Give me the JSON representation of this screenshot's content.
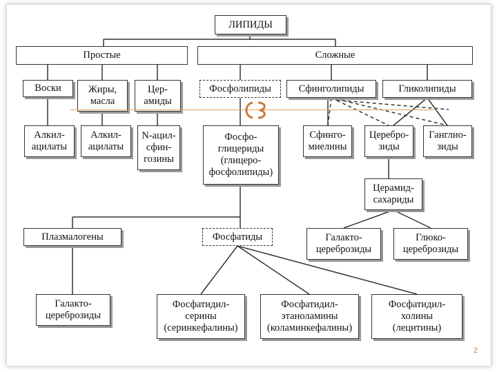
{
  "diagram": {
    "root": "ЛИПИДЫ",
    "simple": "Простые",
    "complex": "Сложные",
    "waxes": "Воски",
    "fats": "Жиры,\nмасла",
    "ceramides": "Цер-\nамиды",
    "phospholipids": "Фосфолипиды",
    "sphingolipids": "Сфинголипиды",
    "glycolipids": "Гликолипиды",
    "alkyl_acylates_1": "Алкил-\nацилаты",
    "alkyl_acylates_2": "Алкил-\nацилаты",
    "n_acyl_sphingosines": "N-ацил-\nсфин-\nгозины",
    "phosphoglycerides": "Фосфо-\nглицериды\n(глицеро-\nфосфолипиды)",
    "sphingomyelins": "Сфинго-\nмиелины",
    "cerebrosides": "Церебро-\nзиды",
    "gangliosides": "Ганглио-\nзиды",
    "ceramide_saccharides": "Церамид-\nсахариды",
    "plasmalogens": "Плазмалогены",
    "phosphatides": "Фосфатиды",
    "galacto_cerebrosides_1": "Галакто-\nцереброзиды",
    "gluco_cerebrosides": "Глюко-\nцереброзиды",
    "galacto_cerebrosides_2": "Галакто-\nцереброзиды",
    "phosphatidyl_serines": "Фосфатидил-\nсерины\n(серинкефалины)",
    "phosphatidyl_ethanolamines": "Фосфатидил-\nэтаноламины\n(коламинкефалины)",
    "phosphatidyl_cholines": "Фосфатидил-\nхолины\n(лецитины)"
  },
  "slide_number": "2",
  "colors": {
    "accent": "#c87a3a",
    "line": "#333333",
    "shadow": "#9a9a9a"
  }
}
